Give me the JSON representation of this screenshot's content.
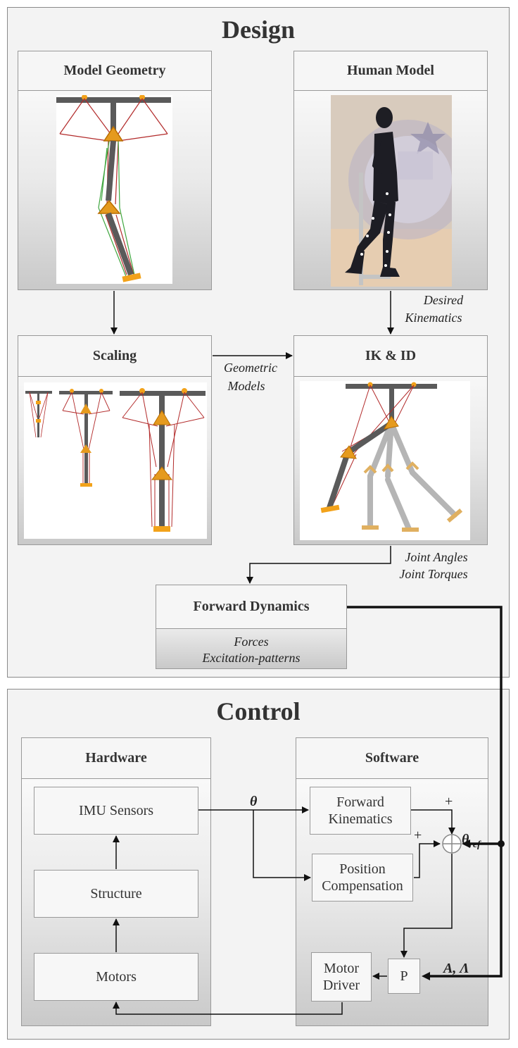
{
  "design": {
    "title": "Design",
    "model_geometry": "Model Geometry",
    "human_model": "Human Model",
    "scaling": "Scaling",
    "ik_id": "IK & ID",
    "desired_kinematics": [
      "Desired",
      "Kinematics"
    ],
    "geometric_models": [
      "Geometric",
      "Models"
    ],
    "joint_outputs": [
      "Joint Angles",
      "Joint Torques"
    ],
    "forward_dynamics": "Forward Dynamics",
    "fd_outputs": [
      "Forces",
      "Excitation-patterns"
    ]
  },
  "control": {
    "title": "Control",
    "hardware": {
      "title": "Hardware",
      "imu": "IMU Sensors",
      "structure": "Structure",
      "motors": "Motors"
    },
    "software": {
      "title": "Software",
      "forward_kinematics": [
        "Forward",
        "Kinematics"
      ],
      "position_compensation": [
        "Position",
        "Compensation"
      ],
      "p_block": "P",
      "motor_driver": [
        "Motor",
        "Driver"
      ]
    },
    "symbols": {
      "theta": "θ",
      "theta_ref_base": "θ",
      "theta_ref_sub": "ref",
      "gains": "A, Λ",
      "plus_top": "+",
      "plus_left": "+"
    }
  },
  "colors": {
    "link": "#5a5a5a",
    "joint": "#f2a21a",
    "cable_red": "#b22a2a",
    "cable_green": "#3fa63f",
    "ghost": "#b5b5b5"
  }
}
